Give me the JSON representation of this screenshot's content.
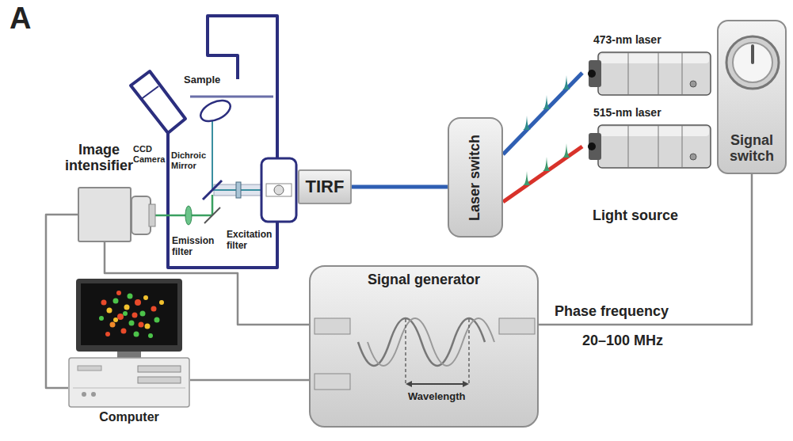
{
  "diagram": {
    "nodes": [
      {
        "text": [
          "Image intensifier"
        ]
      },
      {
        "text": [
          "TIRF"
        ]
      },
      {
        "text": [
          "Laser switch"
        ]
      },
      {
        "text": [
          "473-nm laser"
        ]
      },
      {
        "text": [
          "515-nm laser"
        ]
      },
      {
        "text": [
          "Signal switch"
        ]
      },
      {
        "text": [
          "Signal generator",
          "Wavelength"
        ]
      },
      {
        "text": [
          "Computer"
        ]
      }
    ],
    "edges": [
      {
        "from": 1,
        "to": 2,
        "arrow": "none"
      },
      {
        "from": 2,
        "to": 3,
        "arrow": "none"
      },
      {
        "from": 2,
        "to": 4,
        "arrow": "none"
      },
      {
        "from": 6,
        "to": 5,
        "arrow": "none"
      },
      {
        "from": 0,
        "to": 6,
        "arrow": "none"
      },
      {
        "from": 0,
        "to": 7,
        "arrow": "none"
      },
      {
        "from": 7,
        "to": 6,
        "arrow": "none"
      }
    ],
    "labels": [
      "A",
      "Sample",
      "CCD Camera",
      "Dichroic Mirror",
      "Emission filter",
      "Excitation filter",
      "Light source",
      "Phase frequency",
      "20–100 MHz"
    ]
  }
}
